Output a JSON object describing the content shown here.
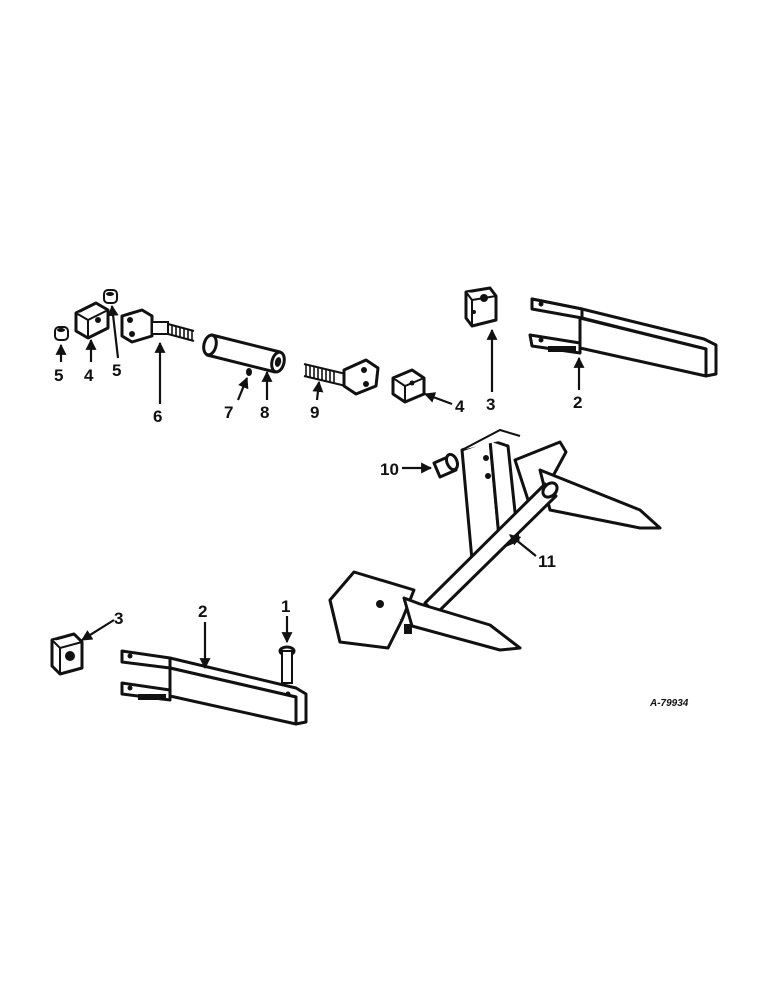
{
  "diagram": {
    "reference_code": "A-79934",
    "callouts": [
      {
        "id": "c5a",
        "label": "5"
      },
      {
        "id": "c4a",
        "label": "4"
      },
      {
        "id": "c5b",
        "label": "5"
      },
      {
        "id": "c6",
        "label": "6"
      },
      {
        "id": "c7",
        "label": "7"
      },
      {
        "id": "c8",
        "label": "8"
      },
      {
        "id": "c9",
        "label": "9"
      },
      {
        "id": "c4b",
        "label": "4"
      },
      {
        "id": "c3a",
        "label": "3"
      },
      {
        "id": "c2a",
        "label": "2"
      },
      {
        "id": "c10",
        "label": "10"
      },
      {
        "id": "c11",
        "label": "11"
      },
      {
        "id": "c3b",
        "label": "3"
      },
      {
        "id": "c2b",
        "label": "2"
      },
      {
        "id": "c1",
        "label": "1"
      }
    ]
  }
}
